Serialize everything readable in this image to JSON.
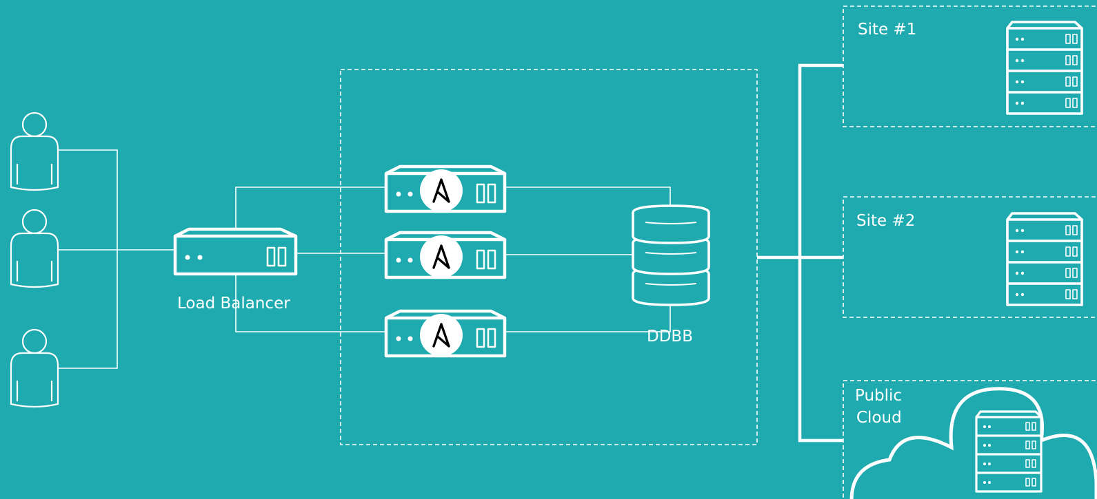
{
  "diagram": {
    "load_balancer_label": "Load Balancer",
    "database_label": "DDBB",
    "site1_label": "Site #1",
    "site2_label": "Site #2",
    "public_cloud_label_line1": "Public",
    "public_cloud_label_line2": "Cloud",
    "node_logo_icon": "ansible-logo-icon",
    "colors": {
      "background": "#1eaaae",
      "stroke": "#ffffff",
      "logo_glyph": "#000000"
    }
  }
}
